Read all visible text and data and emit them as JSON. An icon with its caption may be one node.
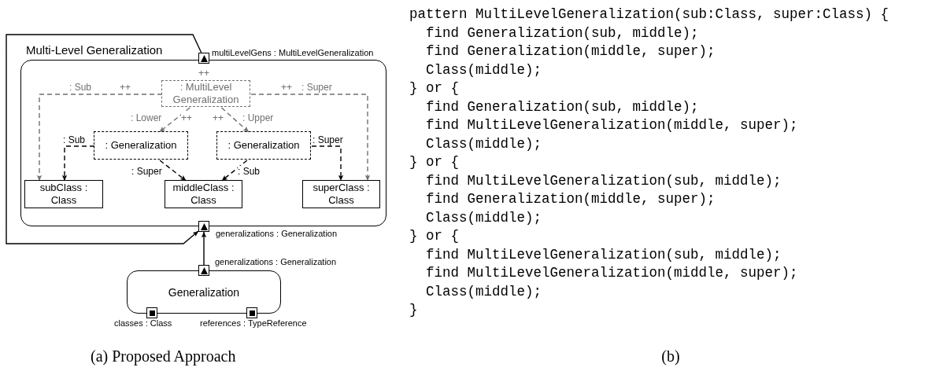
{
  "diagram": {
    "nodes": [
      {
        "text": [
          "Multi-Level Generalization"
        ]
      },
      {
        "text": [],
        "shape": "triangle",
        "beside": [
          "multiLevelGens : MultiLevelGeneralization"
        ]
      },
      {
        "text": [
          ": MultiLevel Generalization"
        ],
        "in": 0
      },
      {
        "text": [
          ": Generalization"
        ],
        "in": 0
      },
      {
        "text": [
          ": Generalization"
        ],
        "in": 0
      },
      {
        "text": [
          "subClass : Class"
        ],
        "in": 0
      },
      {
        "text": [
          "middleClass : Class"
        ],
        "in": 0
      },
      {
        "text": [
          "superClass : Class"
        ],
        "in": 0
      },
      {
        "text": [],
        "shape": "triangle",
        "beside": [
          "generalizations : Generalization"
        ]
      },
      {
        "text": [
          "Generalization"
        ]
      },
      {
        "text": [],
        "shape": "triangle",
        "beside": [
          "generalizations : Generalization"
        ]
      },
      {
        "text": [],
        "shape": "box",
        "beside": [
          "classes : Class"
        ]
      },
      {
        "text": [],
        "shape": "box",
        "beside": [
          "references : TypeReference"
        ]
      }
    ],
    "edges": [
      {
        "from": 2,
        "to": 5,
        "arrow": "to",
        "label": ": Sub",
        "style": "dashed",
        "color": "#707070"
      },
      {
        "from": 2,
        "to": 7,
        "arrow": "to",
        "label": ": Super",
        "style": "dashed",
        "color": "#707070"
      },
      {
        "from": 2,
        "to": 3,
        "arrow": "to",
        "label": ": Lower",
        "style": "dashed",
        "color": "#707070"
      },
      {
        "from": 2,
        "to": 4,
        "arrow": "to",
        "label": ": Upper",
        "style": "dashed",
        "color": "#707070"
      },
      {
        "from": 3,
        "to": 5,
        "arrow": "to",
        "label": ": Sub",
        "style": "dashed"
      },
      {
        "from": 3,
        "to": 6,
        "arrow": "to",
        "label": ": Super",
        "style": "dashed"
      },
      {
        "from": 4,
        "to": 6,
        "arrow": "to",
        "label": ": Sub",
        "style": "dashed"
      },
      {
        "from": 4,
        "to": 7,
        "arrow": "to",
        "label": ": Super",
        "style": "dashed"
      },
      {
        "from": 1,
        "to": 8,
        "arrow": "to"
      },
      {
        "from": 10,
        "to": 8,
        "arrow": "to"
      }
    ],
    "labels": [
      "++",
      "++",
      "++",
      "++",
      "++",
      "pattern MultiLevelGeneralization(sub:Class, super:Class) {",
      "  find Generalization(sub, middle);",
      "  find Generalization(middle, super);",
      "  Class(middle);",
      "} or {",
      "  find Generalization(sub, middle);",
      "  find MultiLevelGeneralization(middle, super);",
      "  Class(middle);",
      "} or {",
      "  find MultiLevelGeneralization(sub, middle);",
      "  find Generalization(middle, super);",
      "  Class(middle);",
      "} or {",
      "  find MultiLevelGeneralization(sub, middle);",
      "  find MultiLevelGeneralization(middle, super);",
      "  Class(middle);",
      "}",
      "(a) Proposed Approach",
      "(b)"
    ]
  }
}
